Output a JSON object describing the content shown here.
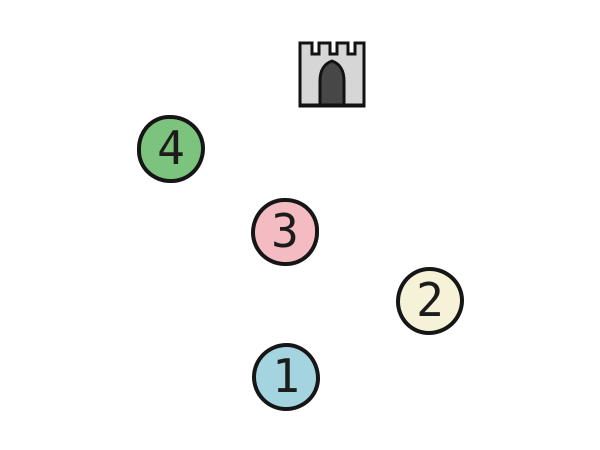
{
  "map": {
    "goal": {
      "icon": "castle-icon"
    },
    "levels": [
      {
        "label": "1",
        "color": "#a5d4e1"
      },
      {
        "label": "2",
        "color": "#f6f2d8"
      },
      {
        "label": "3",
        "color": "#f4bcc2"
      },
      {
        "label": "4",
        "color": "#7cc47e"
      }
    ],
    "outline_color": "#161616",
    "castle": {
      "body_color": "#d6d6d6",
      "door_color": "#474747",
      "outline_color": "#121212"
    }
  }
}
